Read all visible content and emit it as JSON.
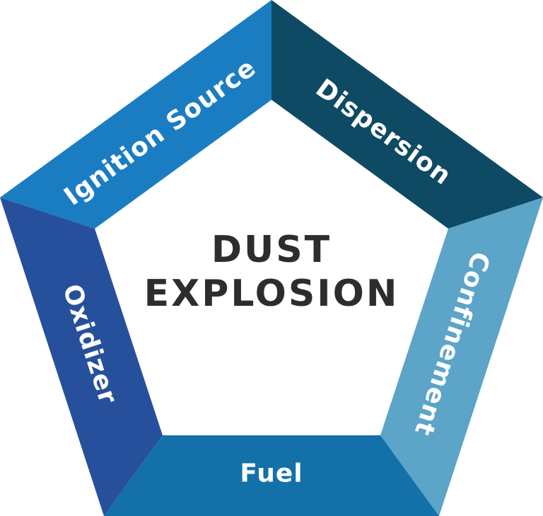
{
  "pentagon": {
    "center_label": {
      "line1": "DUST",
      "line2": "EXPLOSION",
      "color": "#2d2d2d"
    },
    "label_color": "#ffffff",
    "background": "#ffffff",
    "segments": [
      {
        "name": "ignition-source",
        "label": "Ignition Source",
        "color": "#1a7dc2"
      },
      {
        "name": "dispersion",
        "label": "Dispersion",
        "color": "#0e4a63"
      },
      {
        "name": "confinement",
        "label": "Confinement",
        "color": "#5ca4c8"
      },
      {
        "name": "fuel",
        "label": "Fuel",
        "color": "#1470a8"
      },
      {
        "name": "oxidizer",
        "label": "Oxidizer",
        "color": "#27509c"
      }
    ]
  }
}
